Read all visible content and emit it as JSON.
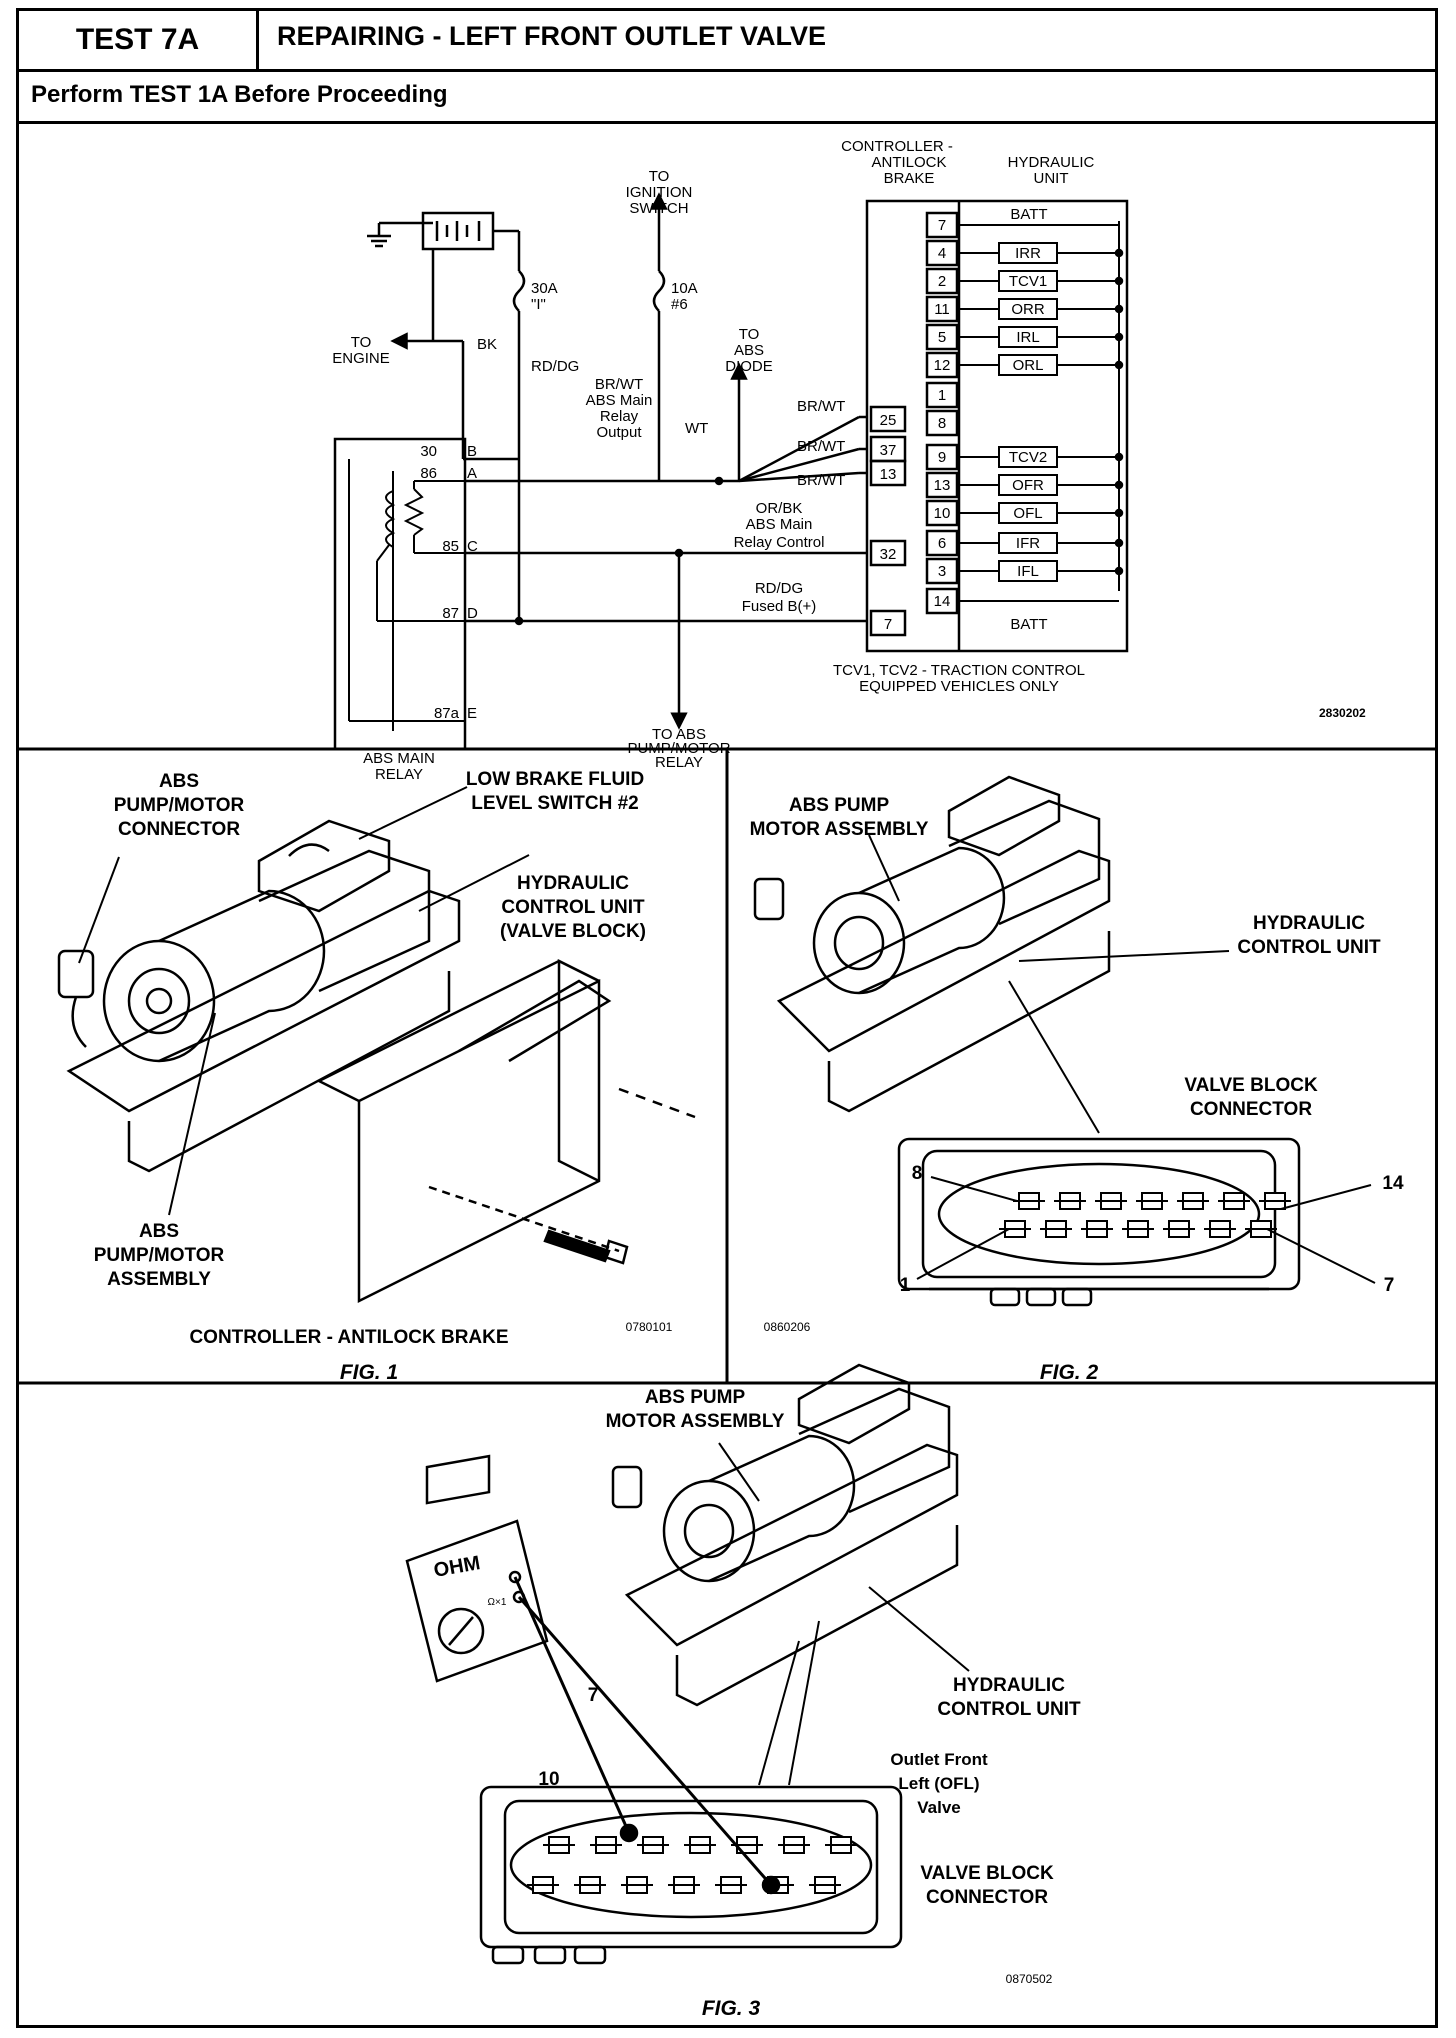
{
  "header": {
    "test_id": "TEST 7A",
    "title": "REPAIRING - LEFT FRONT OUTLET VALVE",
    "subtitle": "Perform TEST 1A Before Proceeding"
  },
  "schematic": {
    "controller_label": [
      "CONTROLLER -",
      "ANTILOCK",
      "BRAKE"
    ],
    "hcu_label": [
      "HYDRAULIC",
      "UNIT"
    ],
    "ignition_label": [
      "TO",
      "IGNITION",
      "SWITCH"
    ],
    "engine_label": [
      "TO",
      "ENGINE"
    ],
    "fuse_30a": [
      "30A",
      "\"I\""
    ],
    "fuse_10a": [
      "10A",
      "#6"
    ],
    "abs_diode": [
      "TO",
      "ABS",
      "DIODE"
    ],
    "wire_bk": "BK",
    "wire_rddg": "RD/DG",
    "wire_wt": "WT",
    "brwt_main": [
      "BR/WT",
      "ABS Main",
      "Relay",
      "Output"
    ],
    "brwt": "BR/WT",
    "orbk_label": [
      "OR/BK",
      "ABS Main",
      "Relay Control"
    ],
    "fused_label": [
      "RD/DG",
      "Fused B(+)"
    ],
    "relay_pins": [
      "30",
      "86",
      "85",
      "87",
      "87a"
    ],
    "relay_letters": [
      "B",
      "A",
      "C",
      "D",
      "E"
    ],
    "relay_label": [
      "ABS MAIN",
      "RELAY"
    ],
    "pump_relay_label": [
      "TO ABS",
      "PUMP/MOTOR",
      "RELAY"
    ],
    "controller_pins_left": [
      "25",
      "37",
      "13",
      "32",
      "7"
    ],
    "inner_pins": [
      "7",
      "4",
      "2",
      "11",
      "5",
      "12",
      "1",
      "8",
      "9",
      "13",
      "10",
      "6",
      "3",
      "14"
    ],
    "valves": [
      "IRR",
      "TCV1",
      "ORR",
      "IRL",
      "ORL",
      "TCV2",
      "OFR",
      "OFL",
      "IFR",
      "IFL"
    ],
    "batt": "BATT",
    "traction_note": [
      "TCV1, TCV2 - TRACTION CONTROL",
      "EQUIPPED VEHICLES ONLY"
    ],
    "ref_code": "2830202"
  },
  "fig1": {
    "caption": "FIG. 1",
    "pump_connector": [
      "ABS",
      "PUMP/MOTOR",
      "CONNECTOR"
    ],
    "low_fluid": [
      "LOW BRAKE FLUID",
      "LEVEL SWITCH #2"
    ],
    "hcu": [
      "HYDRAULIC",
      "CONTROL UNIT",
      "(VALVE BLOCK)"
    ],
    "pump_assembly": [
      "ABS",
      "PUMP/MOTOR",
      "ASSEMBLY"
    ],
    "controller": "CONTROLLER - ANTILOCK BRAKE",
    "ref_code": "0780101"
  },
  "fig2": {
    "caption": "FIG. 2",
    "pump_motor": [
      "ABS PUMP",
      "MOTOR ASSEMBLY"
    ],
    "hcu": [
      "HYDRAULIC",
      "CONTROL UNIT"
    ],
    "valve_block": [
      "VALVE BLOCK",
      "CONNECTOR"
    ],
    "pin_8": "8",
    "pin_14": "14",
    "pin_1": "1",
    "pin_7": "7",
    "ref_code": "0860206"
  },
  "fig3": {
    "caption": "FIG. 3",
    "pump_motor": [
      "ABS PUMP",
      "MOTOR ASSEMBLY"
    ],
    "hcu": [
      "HYDRAULIC",
      "CONTROL UNIT"
    ],
    "ofl": [
      "Outlet Front",
      "Left (OFL)",
      "Valve"
    ],
    "valve_block": [
      "VALVE BLOCK",
      "CONNECTOR"
    ],
    "meter": "OHM",
    "meter_range": "Ω×1",
    "lead_7": "7",
    "lead_10": "10",
    "ref_code": "0870502"
  }
}
